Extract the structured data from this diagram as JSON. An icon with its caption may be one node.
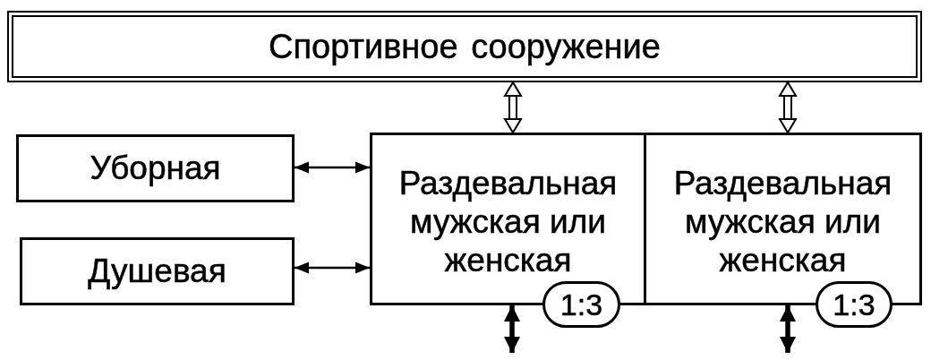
{
  "diagram": {
    "nodes": [
      {
        "text": [
          "Спортивное сооружение"
        ]
      },
      {
        "text": [
          "Уборная"
        ]
      },
      {
        "text": [
          "Душевая"
        ]
      },
      {
        "text": [
          "Раздевальная мужская или женская"
        ]
      },
      {
        "text": [
          "Раздевальная мужская или женская"
        ]
      },
      {
        "text": [
          "1:3"
        ]
      },
      {
        "text": [
          "1:3"
        ]
      }
    ],
    "edges": [
      {
        "from": 0,
        "to": 3,
        "arrow": "both",
        "style": "thick"
      },
      {
        "from": 0,
        "to": 4,
        "arrow": "both",
        "style": "thick"
      },
      {
        "from": 1,
        "to": 3,
        "arrow": "both"
      },
      {
        "from": 2,
        "to": 3,
        "arrow": "both"
      },
      {
        "from": 3,
        "to": null,
        "arrow": "both",
        "style": "thick"
      },
      {
        "from": 4,
        "to": null,
        "arrow": "both",
        "style": "thick"
      }
    ]
  }
}
